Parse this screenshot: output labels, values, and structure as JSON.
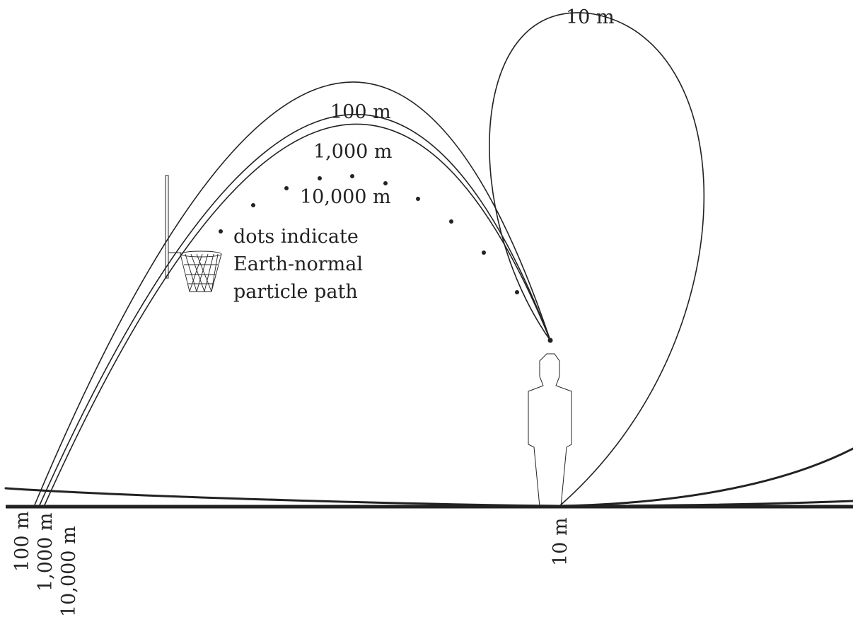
{
  "labels": {
    "curve_10m": "10 m",
    "curve_100m": "100 m",
    "curve_1000m": "1,000 m",
    "curve_10000m": "10,000 m",
    "note_line1": "dots indicate",
    "note_line2": "Earth-normal",
    "note_line3": "particle path"
  },
  "ground_labels": {
    "g_100m": "100 m",
    "g_1000m": "1,000 m",
    "g_10000m": "10,000 m",
    "g_10m": "10 m"
  },
  "colors": {
    "ink": "#222222",
    "background": "#ffffff"
  }
}
